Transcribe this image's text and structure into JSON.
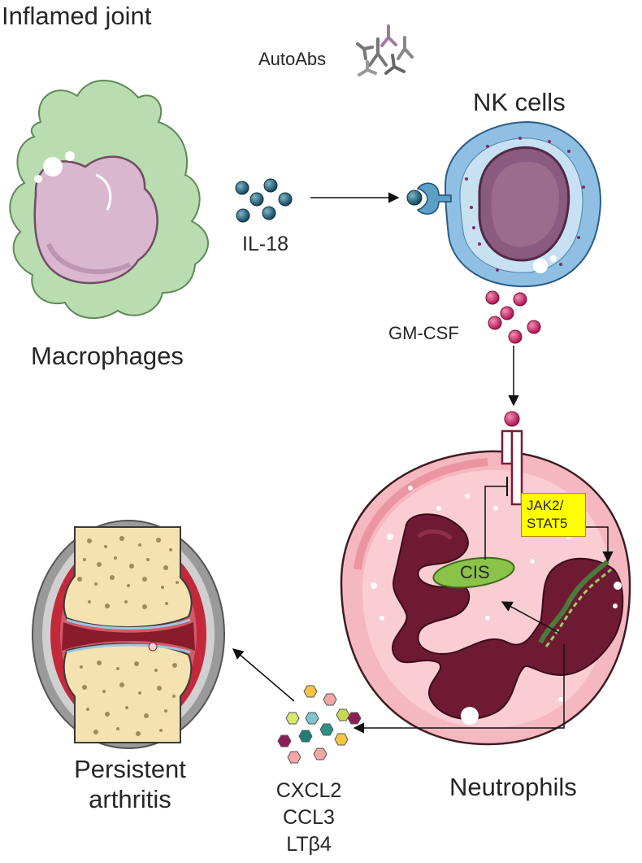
{
  "title": "Inflamed joint",
  "labels": {
    "autoabs": "AutoAbs",
    "nk_cells": "NK cells",
    "il18": "IL-18",
    "macrophages": "Macrophages",
    "gmcsf": "GM-CSF",
    "jak_stat_line1": "JAK2/",
    "jak_stat_line2": "STAT5",
    "cis": "CIS",
    "neutrophils": "Neutrophils",
    "outcome_line1": "Persistent",
    "outcome_line2": "arthritis",
    "chemokine1": "CXCL2",
    "chemokine2": "CCL3",
    "chemokine3": "LTβ4"
  },
  "colors": {
    "macrophage": "#b9dcb0",
    "nk_cell": "#8fc0e3",
    "neutrophil": "#f6b8c0",
    "nucleus_dark": "#6e1a33",
    "il18_particle": "#1f5a73",
    "gmcsf_particle": "#c2185b",
    "cis": "#8bc34a",
    "jak_box": "#ffff00",
    "bone": "#f4e2b0",
    "inflamed_tissue": "#c2293b"
  }
}
